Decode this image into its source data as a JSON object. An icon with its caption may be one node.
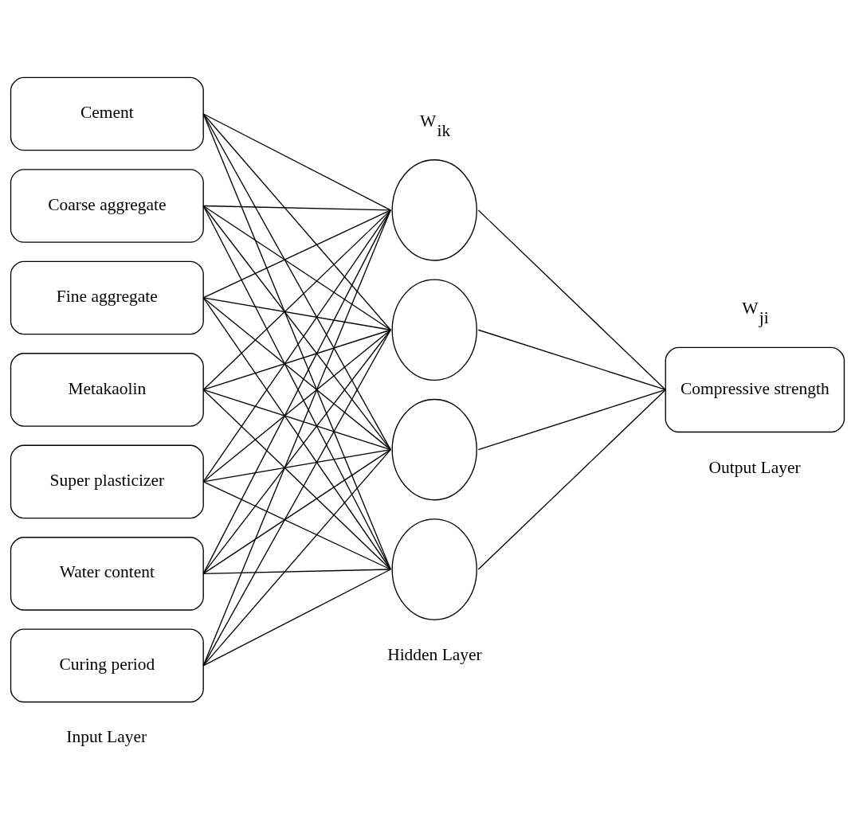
{
  "diagram": {
    "nodes": [
      {
        "text": [
          "Cement"
        ]
      },
      {
        "text": [
          "Coarse aggregate"
        ]
      },
      {
        "text": [
          "Fine aggregate"
        ]
      },
      {
        "text": [
          "Metakaolin"
        ]
      },
      {
        "text": [
          "Super plasticizer"
        ]
      },
      {
        "text": [
          "Water content"
        ]
      },
      {
        "text": [
          "Curing period"
        ]
      },
      {
        "text": [],
        "shape": "circle"
      },
      {
        "text": [],
        "shape": "circle"
      },
      {
        "text": [],
        "shape": "circle"
      },
      {
        "text": [],
        "shape": "circle"
      },
      {
        "text": [
          "Compressive strength"
        ]
      }
    ],
    "edges": [
      {
        "from": 0,
        "to": 7,
        "arrow": "none"
      },
      {
        "from": 0,
        "to": 8,
        "arrow": "none"
      },
      {
        "from": 0,
        "to": 9,
        "arrow": "none"
      },
      {
        "from": 0,
        "to": 10,
        "arrow": "none"
      },
      {
        "from": 1,
        "to": 7,
        "arrow": "none"
      },
      {
        "from": 1,
        "to": 8,
        "arrow": "none"
      },
      {
        "from": 1,
        "to": 9,
        "arrow": "none"
      },
      {
        "from": 1,
        "to": 10,
        "arrow": "none"
      },
      {
        "from": 2,
        "to": 7,
        "arrow": "none"
      },
      {
        "from": 2,
        "to": 8,
        "arrow": "none"
      },
      {
        "from": 2,
        "to": 9,
        "arrow": "none"
      },
      {
        "from": 2,
        "to": 10,
        "arrow": "none"
      },
      {
        "from": 3,
        "to": 7,
        "arrow": "none"
      },
      {
        "from": 3,
        "to": 8,
        "arrow": "none"
      },
      {
        "from": 3,
        "to": 9,
        "arrow": "none"
      },
      {
        "from": 3,
        "to": 10,
        "arrow": "none"
      },
      {
        "from": 4,
        "to": 7,
        "arrow": "none"
      },
      {
        "from": 4,
        "to": 8,
        "arrow": "none"
      },
      {
        "from": 4,
        "to": 9,
        "arrow": "none"
      },
      {
        "from": 4,
        "to": 10,
        "arrow": "none"
      },
      {
        "from": 5,
        "to": 7,
        "arrow": "none"
      },
      {
        "from": 5,
        "to": 8,
        "arrow": "none"
      },
      {
        "from": 5,
        "to": 9,
        "arrow": "none"
      },
      {
        "from": 5,
        "to": 10,
        "arrow": "none"
      },
      {
        "from": 6,
        "to": 7,
        "arrow": "none"
      },
      {
        "from": 6,
        "to": 8,
        "arrow": "none"
      },
      {
        "from": 6,
        "to": 9,
        "arrow": "none"
      },
      {
        "from": 6,
        "to": 10,
        "arrow": "none"
      },
      {
        "from": 7,
        "to": 11,
        "arrow": "none"
      },
      {
        "from": 8,
        "to": 11,
        "arrow": "none"
      },
      {
        "from": 9,
        "to": 11,
        "arrow": "none"
      },
      {
        "from": 10,
        "to": 11,
        "arrow": "none"
      }
    ],
    "labels": [
      "W$_{ik}$",
      "W$_{ji}$",
      "Output Layer",
      "Hidden Layer",
      "Input Layer"
    ]
  }
}
